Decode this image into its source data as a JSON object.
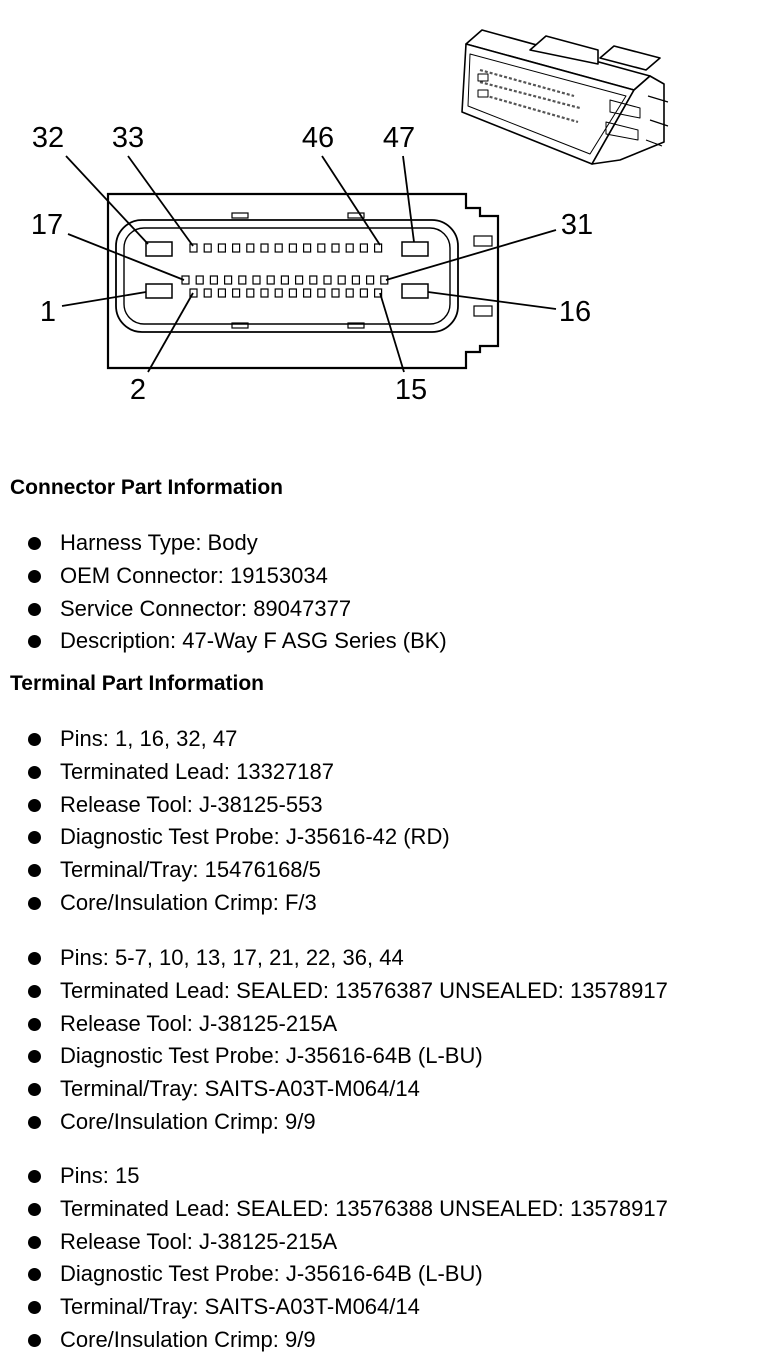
{
  "diagram": {
    "pin_labels": {
      "p32": "32",
      "p33": "33",
      "p46": "46",
      "p47": "47",
      "p17": "17",
      "p31": "31",
      "p1": "1",
      "p16": "16",
      "p2": "2",
      "p15": "15"
    }
  },
  "connector": {
    "heading": "Connector Part Information",
    "items": [
      "Harness Type: Body",
      "OEM Connector: 19153034",
      "Service Connector: 89047377",
      "Description: 47-Way F ASG Series (BK)"
    ]
  },
  "terminal": {
    "heading": "Terminal Part Information",
    "groups": [
      [
        "Pins: 1, 16, 32, 47",
        "Terminated Lead: 13327187",
        "Release Tool: J-38125-553",
        "Diagnostic Test Probe: J-35616-42 (RD)",
        "Terminal/Tray: 15476168/5",
        "Core/Insulation Crimp: F/3"
      ],
      [
        "Pins: 5-7, 10, 13, 17, 21, 22, 36, 44",
        "Terminated Lead: SEALED: 13576387 UNSEALED: 13578917",
        "Release Tool: J-38125-215A",
        "Diagnostic Test Probe: J-35616-64B (L-BU)",
        "Terminal/Tray: SAITS-A03T-M064/14",
        "Core/Insulation Crimp: 9/9"
      ],
      [
        "Pins: 15",
        "Terminated Lead: SEALED: 13576388 UNSEALED: 13578917",
        "Release Tool: J-38125-215A",
        "Diagnostic Test Probe: J-35616-64B (L-BU)",
        "Terminal/Tray: SAITS-A03T-M064/14",
        "Core/Insulation Crimp: 9/9"
      ]
    ]
  }
}
